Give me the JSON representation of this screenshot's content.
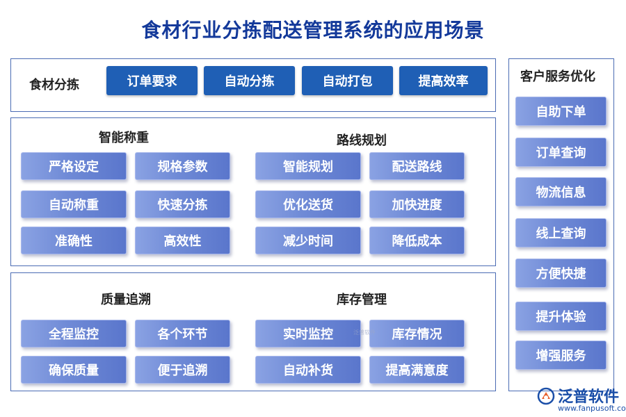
{
  "title": "食材行业分拣配送管理系统的应用场景",
  "sorting": {
    "label": "食材分拣",
    "buttons": [
      "订单要求",
      "自动分拣",
      "自动打包",
      "提高效率"
    ]
  },
  "weighing": {
    "label": "智能称重",
    "items": [
      "严格设定",
      "规格参数",
      "自动称重",
      "快速分拣",
      "准确性",
      "高效性"
    ]
  },
  "route": {
    "label": "路线规划",
    "items": [
      "智能规划",
      "配送路线",
      "优化送货",
      "加快进度",
      "减少时间",
      "降低成本"
    ]
  },
  "quality": {
    "label": "质量追溯",
    "items": [
      "全程监控",
      "各个环节",
      "确保质量",
      "便于追溯"
    ]
  },
  "inventory": {
    "label": "库存管理",
    "items": [
      "实时监控",
      "库存情况",
      "自动补货",
      "提高满意度"
    ]
  },
  "customer": {
    "label": "客户服务优化",
    "items": [
      "自助下单",
      "订单查询",
      "物流信息",
      "线上查询",
      "方便快捷",
      "提升体验",
      "增强服务"
    ]
  },
  "logo": {
    "name": "泛普软件",
    "url": "www.fanpusoft.com",
    "watermark": "泛普软件"
  },
  "colors": {
    "title": "#13399a",
    "primary_button": "#1f5fb5",
    "chip_gradient_start": "#8aa2e3",
    "chip_gradient_end": "#5a76cc",
    "panel_border": "#4a6bb3"
  }
}
